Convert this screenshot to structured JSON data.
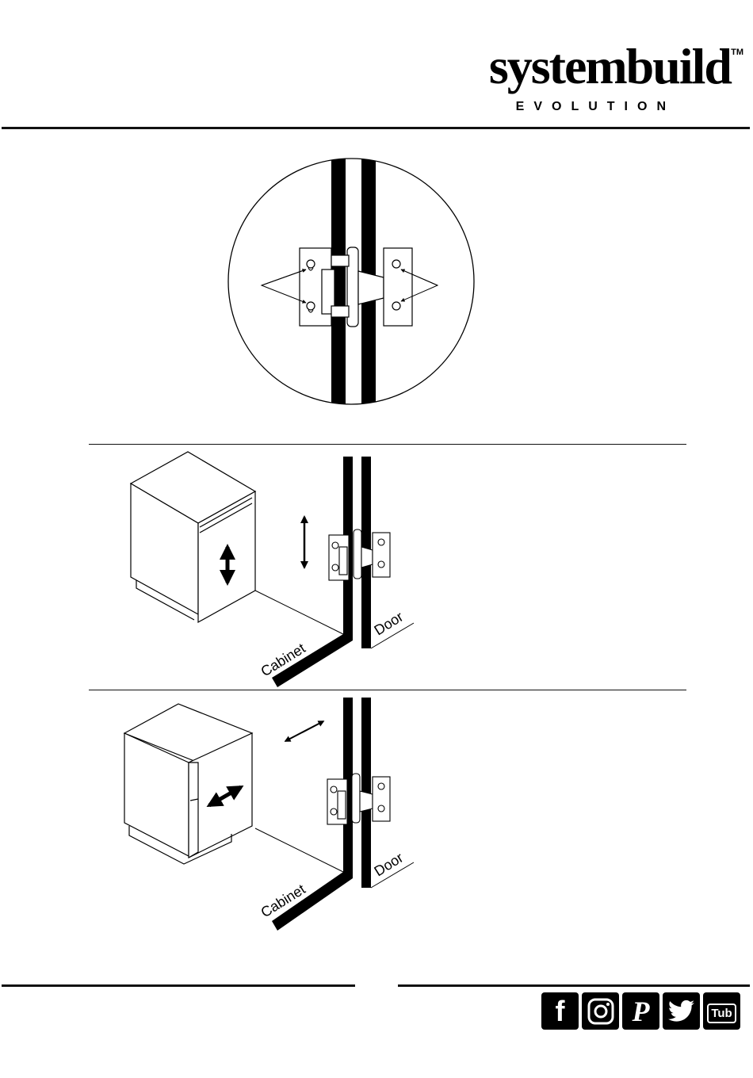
{
  "header": {
    "brand": "systembuild",
    "trademark": "TM",
    "sub_brand": "EVOLUTION"
  },
  "step2": {
    "cabinet_label": "Cabinet",
    "door_label": "Door",
    "adjust_direction": "vertical"
  },
  "step3": {
    "cabinet_label": "Cabinet",
    "door_label": "Door",
    "adjust_direction": "horizontal"
  },
  "footer": {
    "social": [
      {
        "name": "facebook",
        "glyph": "f"
      },
      {
        "name": "instagram",
        "glyph": ""
      },
      {
        "name": "pinterest",
        "glyph": "P"
      },
      {
        "name": "twitter",
        "glyph": ""
      },
      {
        "name": "youtube",
        "glyph": "Tub"
      }
    ]
  }
}
